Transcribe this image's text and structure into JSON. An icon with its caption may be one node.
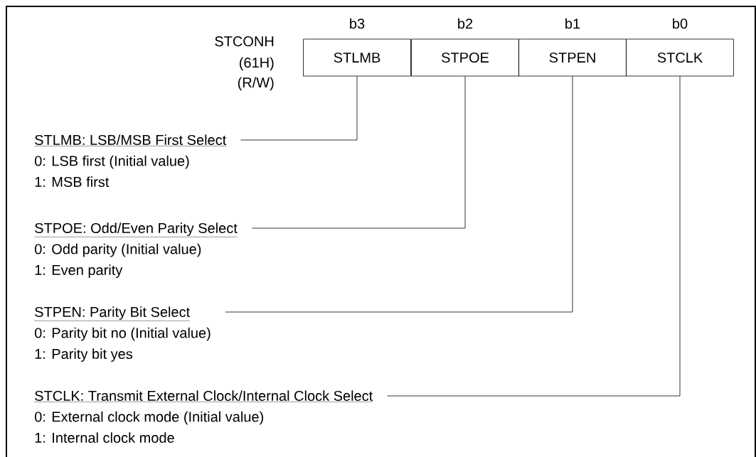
{
  "diagram": {
    "nodes": [
      {
        "text": [
          "STLMB"
        ],
        "beside": [
          "b3"
        ]
      },
      {
        "text": [
          "STPOE"
        ],
        "beside": [
          "b2"
        ]
      },
      {
        "text": [
          "STPEN"
        ],
        "beside": [
          "b1"
        ]
      },
      {
        "text": [
          "STCLK"
        ],
        "beside": [
          "b0"
        ]
      },
      {
        "text": [
          "STLMB: LSB/MSB First Select",
          "0: LSB first  (Initial value)",
          "1: MSB first"
        ]
      },
      {
        "text": [
          "STPOE: Odd/Even Parity Select",
          "0: Odd parity (Initial value)",
          "1: Even parity"
        ]
      },
      {
        "text": [
          "STPEN: Parity Bit Select",
          "0: Parity bit no (Initial value)",
          "1: Parity bit yes"
        ]
      },
      {
        "text": [
          "STCLK: Transmit External Clock/Internal Clock Select",
          "0: External clock mode (Initial value)",
          "1: Internal clock mode"
        ]
      }
    ],
    "edges": [
      {
        "from": 4,
        "to": 0,
        "arrow": "none"
      },
      {
        "from": 5,
        "to": 1,
        "arrow": "none"
      },
      {
        "from": 6,
        "to": 2,
        "arrow": "none"
      },
      {
        "from": 7,
        "to": 3,
        "arrow": "none"
      }
    ],
    "labels": [
      "STCONH",
      "(61H)",
      "(R/W)"
    ]
  }
}
